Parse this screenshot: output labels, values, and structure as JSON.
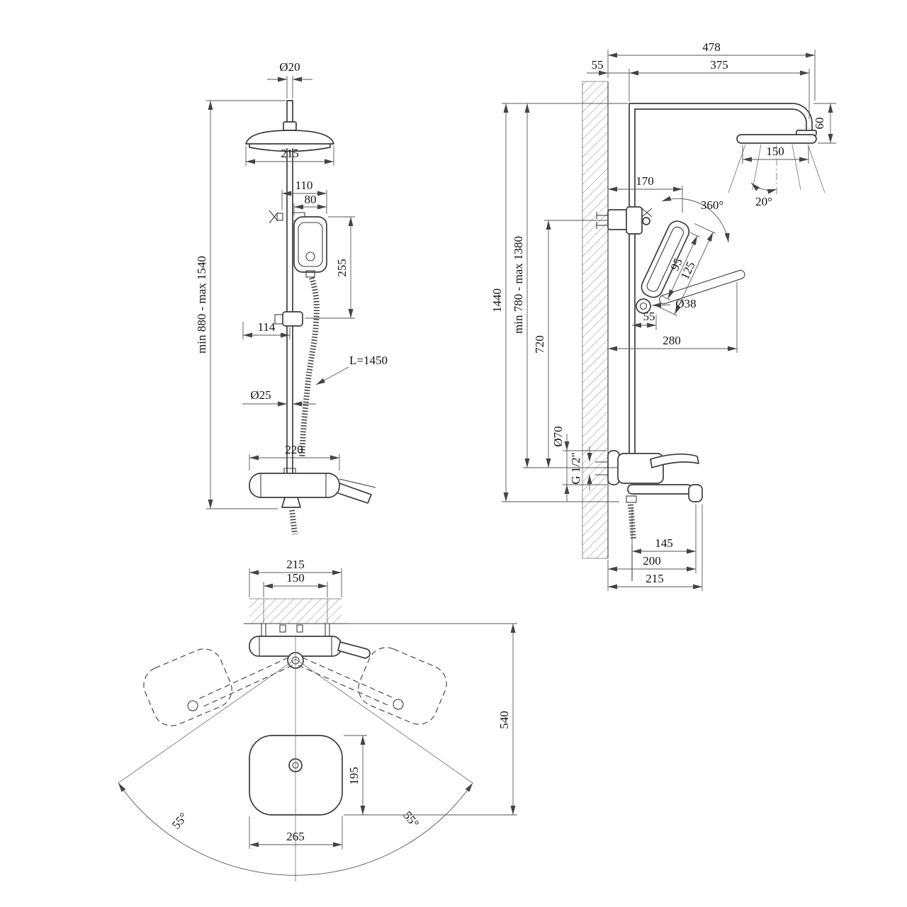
{
  "colors": {
    "object_line": "#3d3d3d",
    "dimension_line": "#565656",
    "text": "#141414",
    "hatch": "#8a8a8a"
  },
  "front_view": {
    "top_pipe_diameter": "Ø20",
    "head_diameter": "215",
    "bracket_width": "110",
    "handset_width": "80",
    "handset_height": "255",
    "slider_offset": "114",
    "hose_length": "L=1450",
    "column_diameter": "Ø25",
    "mixer_width": "220",
    "height_range": "min 880 - max 1540"
  },
  "side_view": {
    "overall_reach": "478",
    "wall_offset": "55",
    "arm_length": "375",
    "head_height": "60",
    "head_plate": "150",
    "spray_angle": "20°",
    "bracket_reach": "170",
    "swivel_angle": "360°",
    "handset_dim_a": "95",
    "handset_dim_b": "125",
    "holder_diameter": "Ø38",
    "holder_offset": "55",
    "handset_reach": "280",
    "overall_height": "1440",
    "column_range": "min 780 - max 1380",
    "bracket_height": "720",
    "escutcheon_diameter": "Ø70",
    "thread": "G 1/2\"",
    "spout_reach": "145",
    "spout_overall": "200",
    "base_reach": "215"
  },
  "top_view": {
    "base_width": "215",
    "inlet_spacing": "150",
    "swing_depth": "540",
    "pattern_depth": "195",
    "pattern_width": "265",
    "swing_angle_left": "55°",
    "swing_angle_right": "55°"
  }
}
